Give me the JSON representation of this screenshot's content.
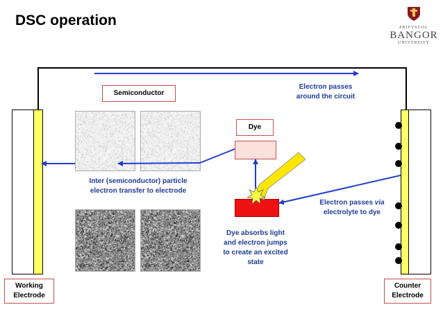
{
  "title": "DSC operation",
  "logo": {
    "top_line": "PRIFYSGOL",
    "name": "BANGOR",
    "bottom_line": "UNIVERSITY"
  },
  "labels": {
    "semiconductor": "Semiconductor",
    "dye": "Dye",
    "electron_circuit": [
      "Electron passes",
      "around the circuit"
    ],
    "inter_particle": [
      "Inter (semiconductor) particle",
      "electron transfer to electrode"
    ],
    "dye_absorbs": [
      "Dye absorbs light",
      "and electron jumps",
      "to create an excited",
      "state"
    ],
    "electrolyte_prefix": "Electron passes ",
    "electrolyte_via": "via",
    "electrolyte_line2": "electrolyte to dye",
    "working_electrode": [
      "Working",
      "Electrode"
    ],
    "counter_electrode": [
      "Counter",
      "Electrode"
    ]
  },
  "colors": {
    "arrow_blue": "#1f3dcc",
    "label_blue": "#1f3d99",
    "box_border": "#c0504d",
    "electrode_bar": "#ffff66",
    "dye_ground": "#ee1111",
    "dye_excited": "#fbe0dc",
    "light_beam": "#ffe600"
  }
}
